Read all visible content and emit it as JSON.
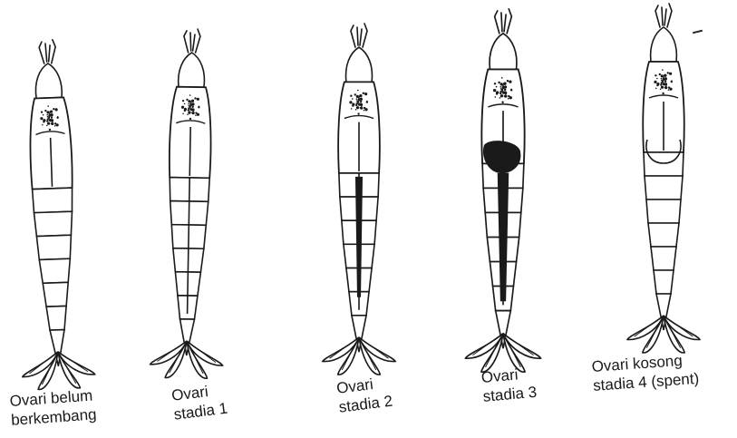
{
  "figure": {
    "stages": [
      {
        "id": "belum-berkembang",
        "label_lines": [
          "Ovari belum",
          "berkembang"
        ],
        "ovary": "none"
      },
      {
        "id": "stadia-1",
        "label_lines": [
          "Ovari",
          "stadia 1"
        ],
        "ovary": "thin"
      },
      {
        "id": "stadia-2",
        "label_lines": [
          "Ovari",
          "stadia 2"
        ],
        "ovary": "medium"
      },
      {
        "id": "stadia-3",
        "label_lines": [
          "Ovari",
          "stadia 3"
        ],
        "ovary": "full"
      },
      {
        "id": "stadia-4-spent",
        "label_lines": [
          "Ovari kosong",
          "stadia 4 (spent)"
        ],
        "ovary": "spent"
      }
    ],
    "colors": {
      "ink": "#1a1a1a",
      "paper": "#ffffff"
    }
  }
}
